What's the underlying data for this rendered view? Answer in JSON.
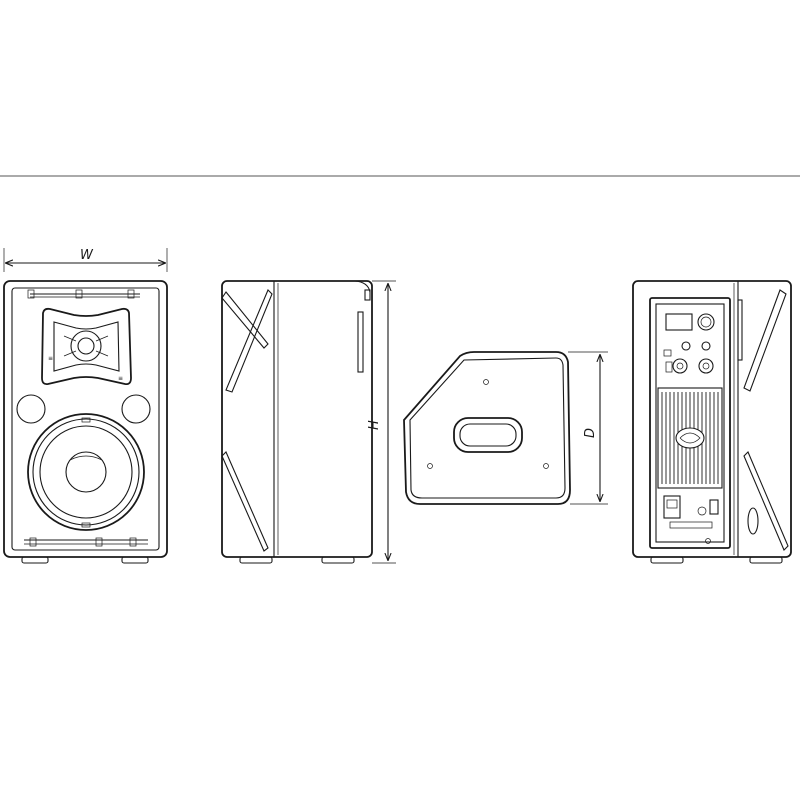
{
  "dimensions": {
    "width_label": "W",
    "height_label": "H",
    "depth_label": "D"
  },
  "colors": {
    "line": "#1a1a1a",
    "background": "#ffffff"
  }
}
